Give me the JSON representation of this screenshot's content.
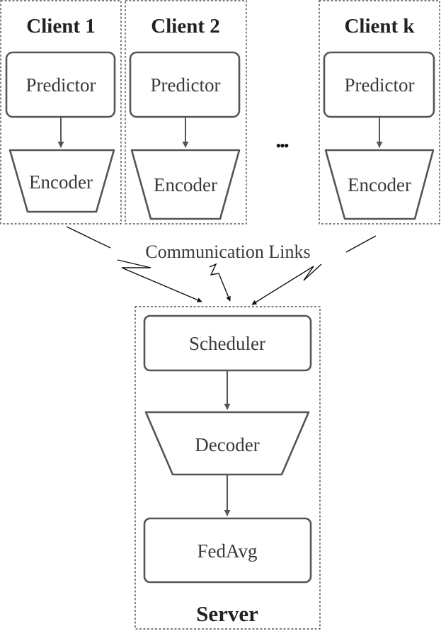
{
  "clients": [
    {
      "title": "Client 1",
      "predictor": "Predictor",
      "encoder": "Encoder"
    },
    {
      "title": "Client 2",
      "predictor": "Predictor",
      "encoder": "Encoder"
    },
    {
      "title": "Client k",
      "predictor": "Predictor",
      "encoder": "Encoder"
    }
  ],
  "ellipsis": "•••",
  "links_label": "Communication Links",
  "server": {
    "title": "Server",
    "scheduler": "Scheduler",
    "decoder": "Decoder",
    "fedavg": "FedAvg"
  }
}
